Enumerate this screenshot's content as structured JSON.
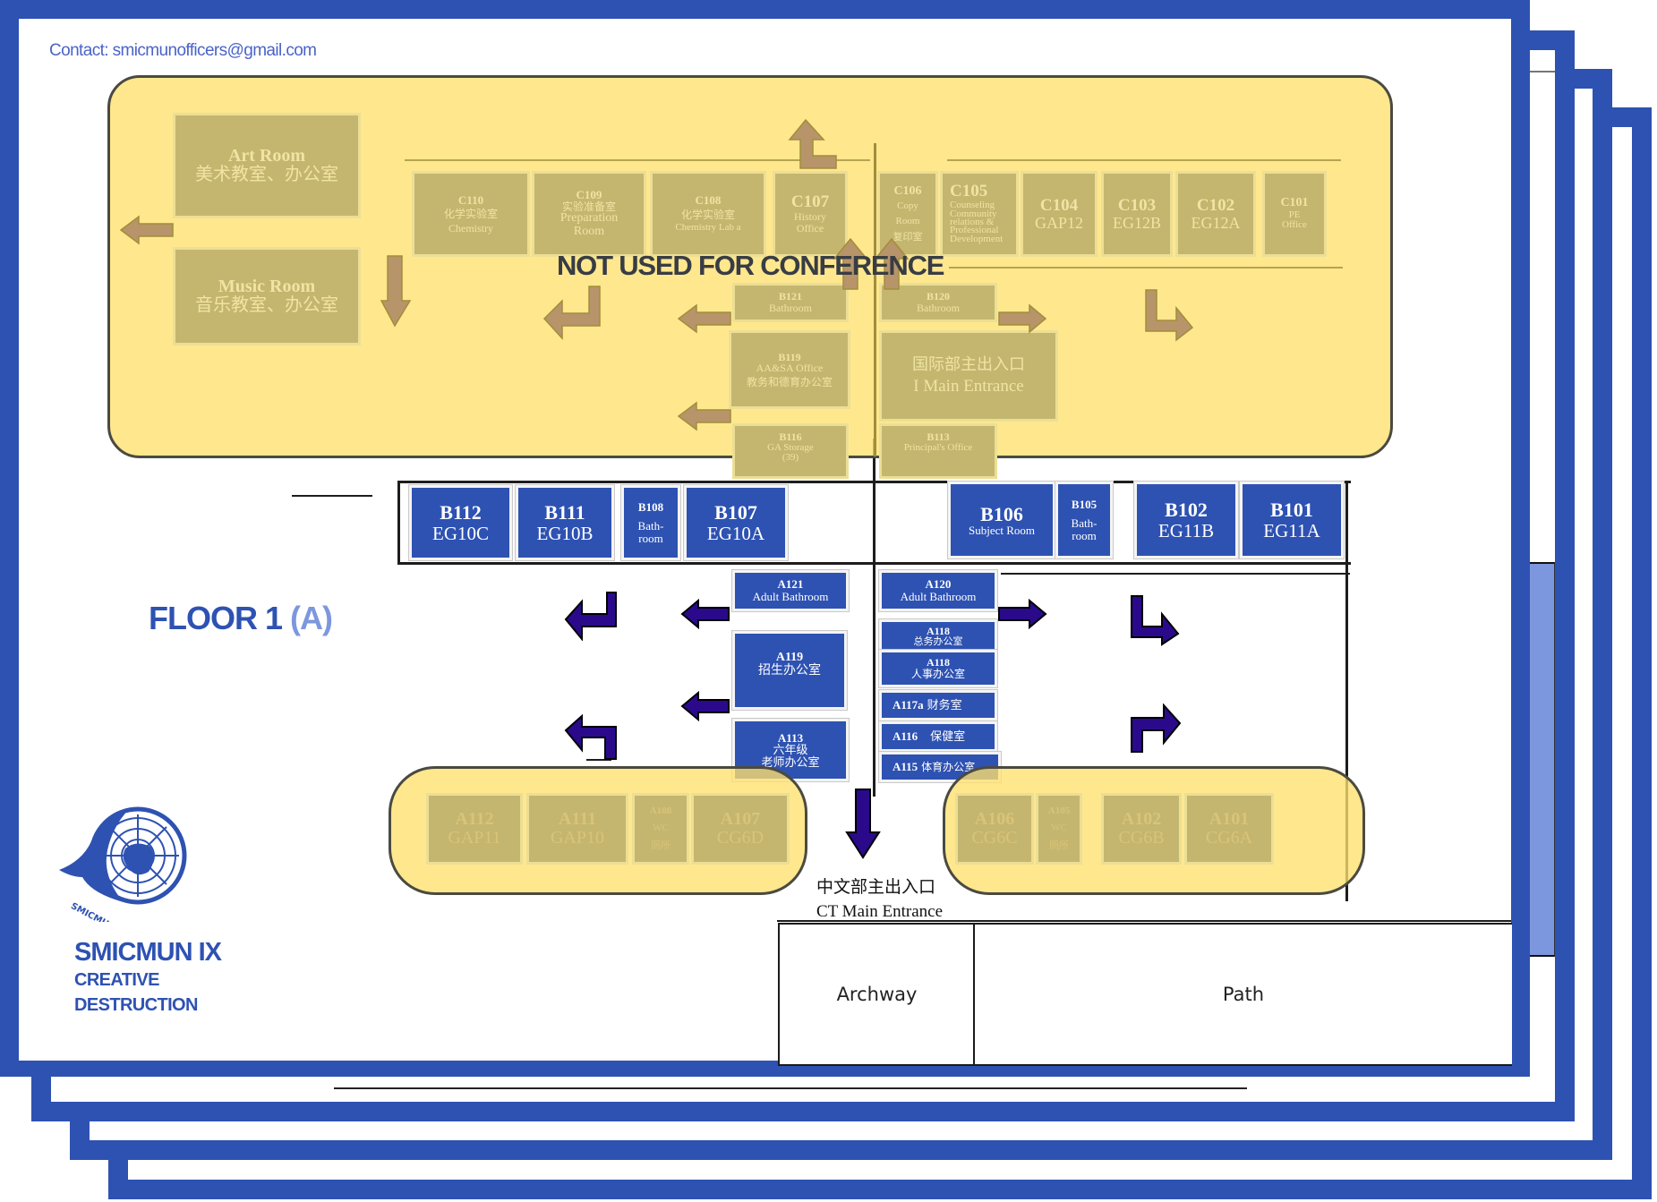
{
  "header": {
    "contact": "Contact: smicmunofficers@gmail.com"
  },
  "floor": {
    "title_main": "FLOOR 1",
    "title_sub": "(A)"
  },
  "brand": {
    "logo_text": "SMICMUN",
    "name": "SMICMUN IX",
    "theme_line1": "CREATIVE",
    "theme_line2": "DESTRUCTION"
  },
  "colors": {
    "brand_blue": "#2e52b2",
    "light_blue": "#7d97de",
    "unused_zone_yellow": "#ffe06e",
    "arrow_purple": "#2a0a8a",
    "faded_arrow": "#b8946a"
  },
  "zones": {
    "not_used_label": "NOT USED FOR CONFERENCE"
  },
  "rooms_unused_top": [
    {
      "code": "Art Room",
      "lines": [
        "美术教室、办公室"
      ]
    },
    {
      "code": "Music Room",
      "lines": [
        "音乐教室、办公室"
      ]
    },
    {
      "code": "C110",
      "lines": [
        "化学实验室",
        "Chemistry"
      ]
    },
    {
      "code": "C109",
      "lines": [
        "实验准备室",
        "Preparation",
        "Room"
      ]
    },
    {
      "code": "C108",
      "lines": [
        "化学实验室",
        "Chemistry Lab a"
      ]
    },
    {
      "code": "C107",
      "lines": [
        "History",
        "Office"
      ]
    },
    {
      "code": "C106",
      "lines": [
        "Copy",
        "Room",
        "复印室"
      ]
    },
    {
      "code": "C105",
      "lines": [
        "Counseling",
        "Community",
        "relations &",
        "Professional",
        "Development"
      ]
    },
    {
      "code": "C104",
      "lines": [
        "GAP12"
      ]
    },
    {
      "code": "C103",
      "lines": [
        "EG12B"
      ]
    },
    {
      "code": "C102",
      "lines": [
        "EG12A"
      ]
    },
    {
      "code": "C101",
      "lines": [
        "PE",
        "Office"
      ]
    },
    {
      "code": "B121",
      "lines": [
        "Bathroom"
      ]
    },
    {
      "code": "B120",
      "lines": [
        "Bathroom"
      ]
    },
    {
      "code": "B119",
      "lines": [
        "AA&SA Office",
        "教务和德育办公室"
      ]
    },
    {
      "code": "",
      "lines": [
        "国际部主出入口",
        "I Main Entrance"
      ]
    },
    {
      "code": "B116",
      "lines": [
        "GA Storage",
        "(39)"
      ]
    },
    {
      "code": "B113",
      "lines": [
        "Principal's Office"
      ]
    }
  ],
  "rooms_b_row": [
    {
      "code": "B112",
      "lines": [
        "EG10C"
      ]
    },
    {
      "code": "B111",
      "lines": [
        "EG10B"
      ]
    },
    {
      "code": "B108",
      "lines": [
        "Bath-",
        "room"
      ]
    },
    {
      "code": "B107",
      "lines": [
        "EG10A"
      ]
    },
    {
      "code": "B106",
      "lines": [
        "Subject Room"
      ]
    },
    {
      "code": "B105",
      "lines": [
        "Bath-",
        "room"
      ]
    },
    {
      "code": "B102",
      "lines": [
        "EG11B"
      ]
    },
    {
      "code": "B101",
      "lines": [
        "EG11A"
      ]
    }
  ],
  "rooms_a_center": [
    {
      "code": "A121",
      "lines": [
        "Adult Bathroom"
      ]
    },
    {
      "code": "A120",
      "lines": [
        "Adult Bathroom"
      ]
    },
    {
      "code": "A119",
      "lines": [
        "招生办公室"
      ]
    },
    {
      "code": "A118",
      "lines": [
        "总务办公室"
      ]
    },
    {
      "code": "A118",
      "lines": [
        "人事办公室"
      ]
    },
    {
      "code": "A117a",
      "lines": [
        "财务室"
      ]
    },
    {
      "code": "A116",
      "lines": [
        "保健室"
      ]
    },
    {
      "code": "A113",
      "lines": [
        "六年级",
        "老师办公室"
      ]
    },
    {
      "code": "A115",
      "lines": [
        "体育办公室"
      ]
    }
  ],
  "rooms_unused_bottom": [
    {
      "code": "A112",
      "lines": [
        "GAP11"
      ]
    },
    {
      "code": "A111",
      "lines": [
        "GAP10"
      ]
    },
    {
      "code": "A108",
      "lines": [
        "WC",
        "厕所"
      ]
    },
    {
      "code": "A107",
      "lines": [
        "CG6D"
      ]
    },
    {
      "code": "A106",
      "lines": [
        "CG6C"
      ]
    },
    {
      "code": "A105",
      "lines": [
        "WC",
        "厕所"
      ]
    },
    {
      "code": "A102",
      "lines": [
        "CG6B"
      ]
    },
    {
      "code": "A101",
      "lines": [
        "CG6A"
      ]
    }
  ],
  "entrance": {
    "line1": "中文部主出入口",
    "line2": "CT Main Entrance"
  },
  "outdoor": {
    "archway": "Archway",
    "path": "Path"
  }
}
